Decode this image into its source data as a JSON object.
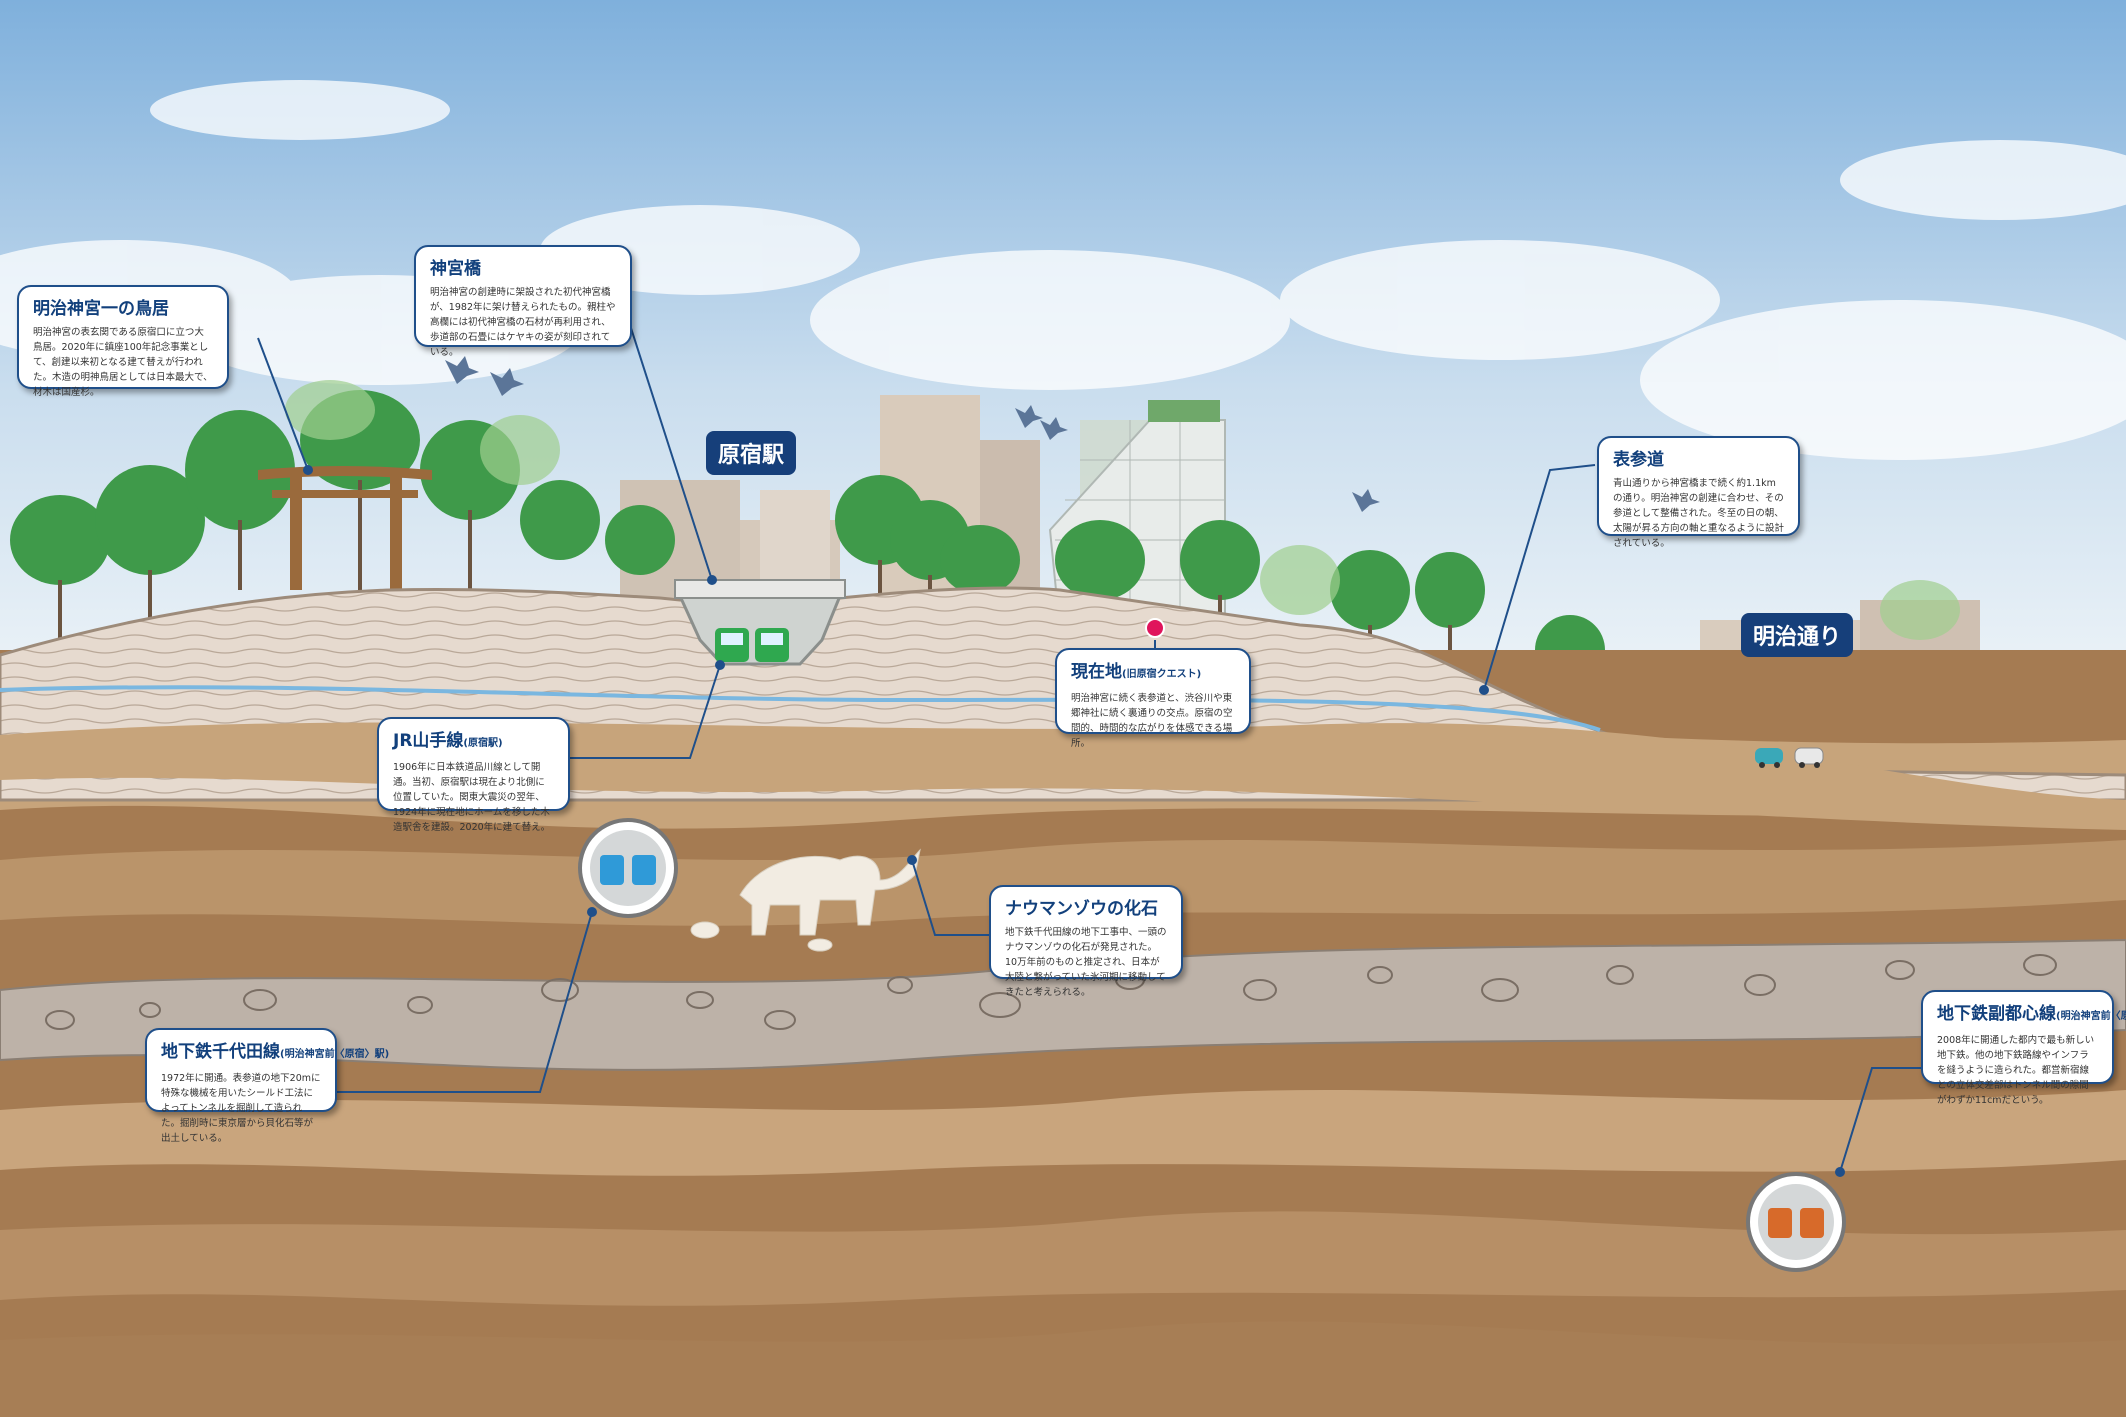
{
  "station_labels": {
    "harajuku": "原宿駅",
    "meiji_dori": "明治通り"
  },
  "callouts": {
    "torii": {
      "title": "明治神宮一の鳥居",
      "sub": "",
      "body": "明治神宮の表玄関である原宿口に立つ大鳥居。2020年に鎮座100年記念事業として、創建以来初となる建て替えが行われた。木造の明神鳥居としては日本最大で、材木は国産杉。"
    },
    "jingubashi": {
      "title": "神宮橋",
      "sub": "",
      "body": "明治神宮の創建時に架設された初代神宮橋が、1982年に架け替えられたもの。親柱や高欄には初代神宮橋の石材が再利用され、歩道部の石畳にはケヤキの姿が刻印されている。"
    },
    "omotesando": {
      "title": "表参道",
      "sub": "",
      "body": "青山通りから神宮橋まで続く約1.1kmの通り。明治神宮の創建に合わせ、その参道として整備された。冬至の日の朝、太陽が昇る方向の軸と重なるように設計されている。"
    },
    "genzaichi": {
      "title": "現在地",
      "sub": "(旧原宿クエスト)",
      "body": "明治神宮に続く表参道と、渋谷川や東郷神社に続く裏通りの交点。原宿の空間的、時間的な広がりを体感できる場所。"
    },
    "jr": {
      "title": "JR山手線",
      "sub": "(原宿駅)",
      "body": "1906年に日本鉄道品川線として開通。当初、原宿駅は現在より北側に位置していた。関東大震災の翌年、1924年に現在地にホームを移した木造駅舎を建設。2020年に建て替え。"
    },
    "naumann": {
      "title": "ナウマンゾウの化石",
      "sub": "",
      "body": "地下鉄千代田線の地下工事中、一頭のナウマンゾウの化石が発見された。10万年前のものと推定され、日本が大陸と繋がっていた氷河期に移動してきたと考えられる。"
    },
    "chiyoda": {
      "title": "地下鉄千代田線",
      "sub": "(明治神宮前〈原宿〉駅)",
      "body": "1972年に開通。表参道の地下20mに特殊な機械を用いたシールド工法によってトンネルを掘削して造られた。掘削時に東京層から貝化石等が出土している。"
    },
    "fukutoshin": {
      "title": "地下鉄副都心線",
      "sub": "(明治神宮前〈原宿〉駅)",
      "body": "2008年に開通した都内で最も新しい地下鉄。他の地下鉄路線やインフラを縫うように造られた。都営新宿線との立体交差部はトンネル間の隙間がわずか11cmだという。"
    }
  },
  "colors": {
    "sky_top": "#7fb0dc",
    "sky_bottom": "#eef4f8",
    "surface_layer": "#e4d8cc",
    "soil_dark": "#a57b52",
    "soil_light": "#c9a57d",
    "gravel_layer": "#bdb2a8",
    "callout_border": "#1f4f8a",
    "callout_title": "#12407c",
    "station_label_bg": "#163f7a",
    "current_location_marker": "#e0145c",
    "river": "#7ab7e0",
    "tree_green": "#3f9a4a",
    "torii": "#9a6a3c",
    "train_jr": "#2fa84f",
    "train_chiyoda": "#2f9ad8",
    "train_fukutoshin": "#d76a2a"
  },
  "icons": [
    "torii-gate-icon",
    "bird-icon",
    "train-icon",
    "elephant-fossil-icon",
    "tree-icon",
    "car-icon",
    "location-marker-icon"
  ]
}
